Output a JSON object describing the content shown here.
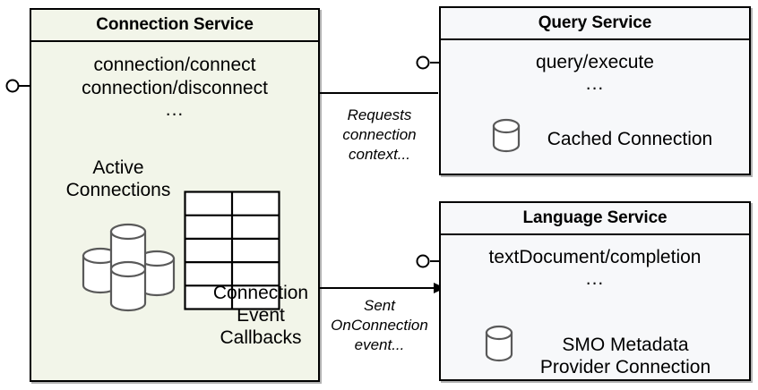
{
  "diagram": {
    "title": "Connection Service interaction diagram",
    "colors": {
      "connection_service_fill": "#f2f5e9",
      "service_fill": "#f7f8fa",
      "stroke": "#000000",
      "cylinder_stroke": "#595959",
      "cylinder_fill": "#ffffff"
    }
  },
  "components": {
    "connection_service": {
      "title": "Connection Service",
      "operations": [
        "connection/connect",
        "connection/disconnect"
      ],
      "ellipsis": "...",
      "store_label": "Active\nConnections",
      "store_label_line1": "Active",
      "store_label_line2": "Connections",
      "table_label_line1": "Connection",
      "table_label_line2": "Event",
      "table_label_line3": "Callbacks",
      "store_icon": "database-cluster-icon",
      "table_icon": "table-grid-icon",
      "table_rows": 5,
      "table_cols": 2,
      "interface_socket": "provided-interface-lollipop"
    },
    "query_service": {
      "title": "Query Service",
      "operations": [
        "query/execute"
      ],
      "ellipsis": "...",
      "store_label": "Cached Connection",
      "store_icon": "database-cylinder-icon",
      "interface_socket": "provided-interface-lollipop"
    },
    "language_service": {
      "title": "Language Service",
      "operations": [
        "textDocument/completion"
      ],
      "ellipsis": "...",
      "store_label_line1": "SMO Metadata",
      "store_label_line2": "Provider Connection",
      "store_icon": "database-cylinder-icon",
      "interface_socket": "provided-interface-lollipop"
    }
  },
  "edges": [
    {
      "id": "query-to-connection",
      "from": "query_service",
      "to": "connection_service",
      "direction": "left",
      "label_line1": "Requests",
      "label_line2": "connection",
      "label_line3": "context..."
    },
    {
      "id": "connection-to-language",
      "from": "connection_service",
      "to": "language_service",
      "direction": "right",
      "label_line1": "Sent",
      "label_line2": "OnConnection",
      "label_line3": "event..."
    }
  ]
}
